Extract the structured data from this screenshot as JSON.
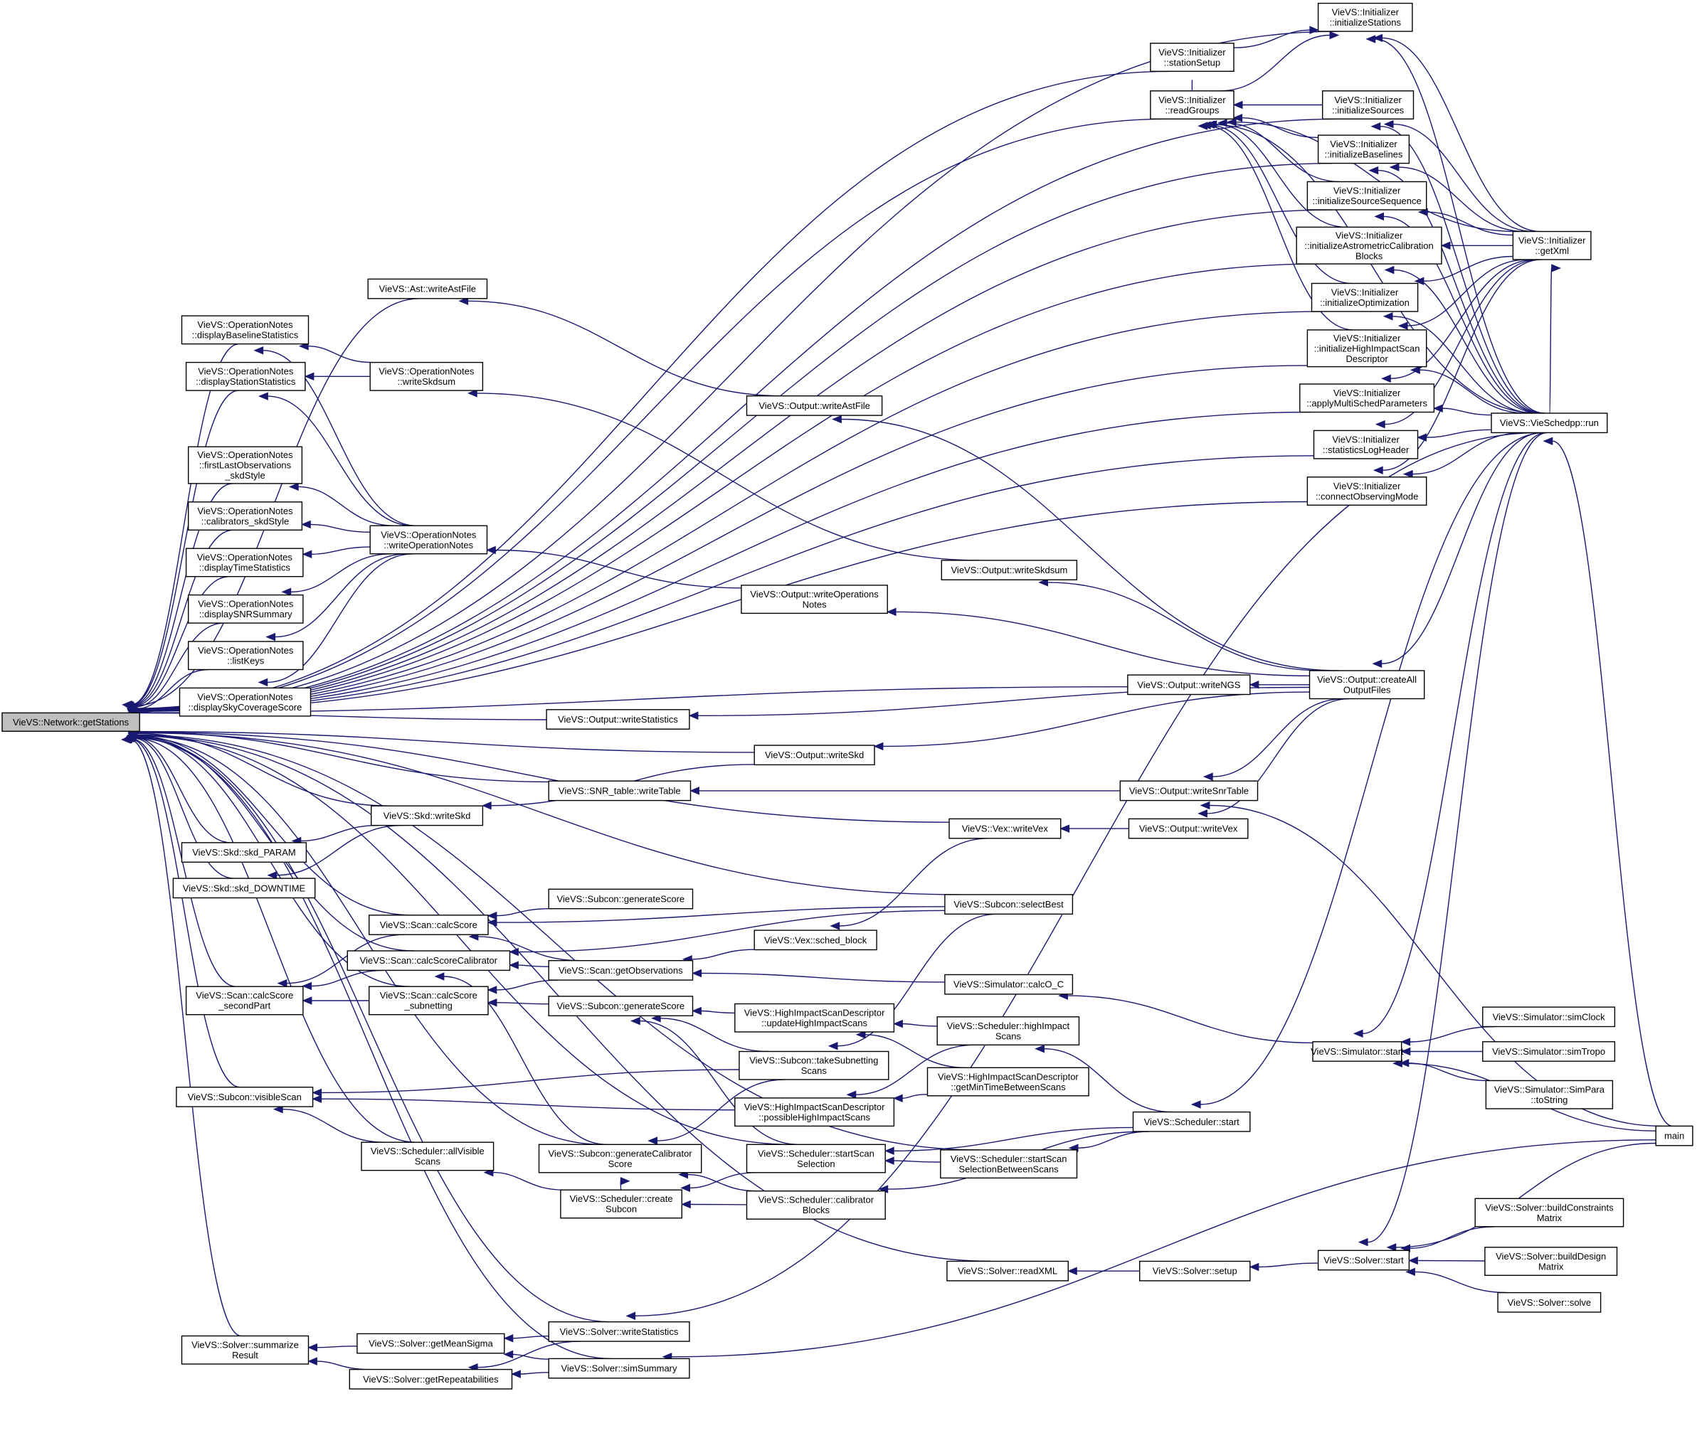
{
  "diagram": {
    "type": "caller-graph",
    "colors": {
      "edge": "#191970",
      "root_fill": "#bfbfbf",
      "node_fill": "#ffffff",
      "border": "#000000"
    },
    "nodes": [
      {
        "id": "getStations",
        "lines": [
          "VieVS::Network::getStations"
        ],
        "root": true
      },
      {
        "id": "initStations",
        "lines": [
          "VieVS::Initializer",
          "::initializeStations"
        ]
      },
      {
        "id": "stationSetup",
        "lines": [
          "VieVS::Initializer",
          "::stationSetup"
        ]
      },
      {
        "id": "readGroups",
        "lines": [
          "VieVS::Initializer",
          "::readGroups"
        ]
      },
      {
        "id": "initSources",
        "lines": [
          "VieVS::Initializer",
          "::initializeSources"
        ]
      },
      {
        "id": "initBaselines",
        "lines": [
          "VieVS::Initializer",
          "::initializeBaselines"
        ]
      },
      {
        "id": "initSourceSeq",
        "lines": [
          "VieVS::Initializer",
          "::initializeSourceSequence"
        ]
      },
      {
        "id": "initAstro",
        "lines": [
          "VieVS::Initializer",
          "::initializeAstrometricCalibration",
          "Blocks"
        ]
      },
      {
        "id": "initOpt",
        "lines": [
          "VieVS::Initializer",
          "::initializeOptimization"
        ]
      },
      {
        "id": "initHigh",
        "lines": [
          "VieVS::Initializer",
          "::initializeHighImpactScan",
          "Descriptor"
        ]
      },
      {
        "id": "applyMulti",
        "lines": [
          "VieVS::Initializer",
          "::applyMultiSchedParameters"
        ]
      },
      {
        "id": "statsLog",
        "lines": [
          "VieVS::Initializer",
          "::statisticsLogHeader"
        ]
      },
      {
        "id": "connectObs",
        "lines": [
          "VieVS::Initializer",
          "::connectObservingMode"
        ]
      },
      {
        "id": "getXml",
        "lines": [
          "VieVS::Initializer",
          "::getXml"
        ]
      },
      {
        "id": "run",
        "lines": [
          "VieVS::VieSchedpp::run"
        ]
      },
      {
        "id": "main",
        "lines": [
          "main"
        ]
      },
      {
        "id": "writeAstFile",
        "lines": [
          "VieVS::Ast::writeAstFile"
        ]
      },
      {
        "id": "dispBaseline",
        "lines": [
          "VieVS::OperationNotes",
          "::displayBaselineStatistics"
        ]
      },
      {
        "id": "writeSkdsum",
        "lines": [
          "VieVS::OperationNotes",
          "::writeSkdsum"
        ]
      },
      {
        "id": "dispStation",
        "lines": [
          "VieVS::OperationNotes",
          "::displayStationStatistics"
        ]
      },
      {
        "id": "outWriteAst",
        "lines": [
          "VieVS::Output::writeAstFile"
        ]
      },
      {
        "id": "firstLast",
        "lines": [
          "VieVS::OperationNotes",
          "::firstLastObservations",
          "_skdStyle"
        ]
      },
      {
        "id": "calibSkd",
        "lines": [
          "VieVS::OperationNotes",
          "::calibrators_skdStyle"
        ]
      },
      {
        "id": "writeOpNotes",
        "lines": [
          "VieVS::OperationNotes",
          "::writeOperationNotes"
        ]
      },
      {
        "id": "dispTime",
        "lines": [
          "VieVS::OperationNotes",
          "::displayTimeStatistics"
        ]
      },
      {
        "id": "outSkdsum",
        "lines": [
          "VieVS::Output::writeSkdsum"
        ]
      },
      {
        "id": "outWriteOps",
        "lines": [
          "VieVS::Output::writeOperations",
          "Notes"
        ]
      },
      {
        "id": "dispSNR",
        "lines": [
          "VieVS::OperationNotes",
          "::displaySNRSummary"
        ]
      },
      {
        "id": "listKeys",
        "lines": [
          "VieVS::OperationNotes",
          "::listKeys"
        ]
      },
      {
        "id": "dispSky",
        "lines": [
          "VieVS::OperationNotes",
          "::displaySkyCoverageScore"
        ]
      },
      {
        "id": "outWriteNGS",
        "lines": [
          "VieVS::Output::writeNGS"
        ]
      },
      {
        "id": "createAll",
        "lines": [
          "VieVS::Output::createAll",
          "OutputFiles"
        ]
      },
      {
        "id": "outWriteStats",
        "lines": [
          "VieVS::Output::writeStatistics"
        ]
      },
      {
        "id": "outWriteSkd",
        "lines": [
          "VieVS::Output::writeSkd"
        ]
      },
      {
        "id": "snrWriteTable",
        "lines": [
          "VieVS::SNR_table::writeTable"
        ]
      },
      {
        "id": "outWriteSnr",
        "lines": [
          "VieVS::Output::writeSnrTable"
        ]
      },
      {
        "id": "skdWriteSkd",
        "lines": [
          "VieVS::Skd::writeSkd"
        ]
      },
      {
        "id": "skdParam",
        "lines": [
          "VieVS::Skd::skd_PARAM"
        ]
      },
      {
        "id": "skdDown",
        "lines": [
          "VieVS::Skd::skd_DOWNTIME"
        ]
      },
      {
        "id": "vexWriteVex",
        "lines": [
          "VieVS::Vex::writeVex"
        ]
      },
      {
        "id": "outWriteVex",
        "lines": [
          "VieVS::Output::writeVex"
        ]
      },
      {
        "id": "subGenScore1",
        "lines": [
          "VieVS::Subcon::generateScore"
        ]
      },
      {
        "id": "selectBest",
        "lines": [
          "VieVS::Subcon::selectBest"
        ]
      },
      {
        "id": "scanCalcScore",
        "lines": [
          "VieVS::Scan::calcScore"
        ]
      },
      {
        "id": "scanCalib",
        "lines": [
          "VieVS::Scan::calcScoreCalibrator"
        ]
      },
      {
        "id": "schedBlock",
        "lines": [
          "VieVS::Vex::sched_block"
        ]
      },
      {
        "id": "getObs",
        "lines": [
          "VieVS::Scan::getObservations"
        ]
      },
      {
        "id": "secondPart",
        "lines": [
          "VieVS::Scan::calcScore",
          "_secondPart"
        ]
      },
      {
        "id": "subnetting",
        "lines": [
          "VieVS::Scan::calcScore",
          "_subnetting"
        ]
      },
      {
        "id": "calcOC",
        "lines": [
          "VieVS::Simulator::calcO_C"
        ]
      },
      {
        "id": "subGenScore2",
        "lines": [
          "VieVS::Subcon::generateScore"
        ]
      },
      {
        "id": "updHigh",
        "lines": [
          "VieVS::HighImpactScanDescriptor",
          "::updateHighImpactScans"
        ]
      },
      {
        "id": "schedHigh",
        "lines": [
          "VieVS::Scheduler::highImpact",
          "Scans"
        ]
      },
      {
        "id": "simStart",
        "lines": [
          "VieVS::Simulator::start"
        ]
      },
      {
        "id": "simClock",
        "lines": [
          "VieVS::Simulator::simClock"
        ]
      },
      {
        "id": "simTropo",
        "lines": [
          "VieVS::Simulator::simTropo"
        ]
      },
      {
        "id": "takeSub",
        "lines": [
          "VieVS::Subcon::takeSubnetting",
          "Scans"
        ]
      },
      {
        "id": "getMinTime",
        "lines": [
          "VieVS::HighImpactScanDescriptor",
          "::getMinTimeBetweenScans"
        ]
      },
      {
        "id": "simPara",
        "lines": [
          "VieVS::Simulator::SimPara",
          "::toString"
        ]
      },
      {
        "id": "visibleScan",
        "lines": [
          "VieVS::Subcon::visibleScan"
        ]
      },
      {
        "id": "possHigh",
        "lines": [
          "VieVS::HighImpactScanDescriptor",
          "::possibleHighImpactScans"
        ]
      },
      {
        "id": "allVisible",
        "lines": [
          "VieVS::Scheduler::allVisible",
          "Scans"
        ]
      },
      {
        "id": "genCalib",
        "lines": [
          "VieVS::Subcon::generateCalibrator",
          "Score"
        ]
      },
      {
        "id": "startScan",
        "lines": [
          "VieVS::Scheduler::startScan",
          "Selection"
        ]
      },
      {
        "id": "schedStart",
        "lines": [
          "VieVS::Scheduler::start"
        ]
      },
      {
        "id": "startBetween",
        "lines": [
          "VieVS::Scheduler::startScan",
          "SelectionBetweenScans"
        ]
      },
      {
        "id": "createSub",
        "lines": [
          "VieVS::Scheduler::create",
          "Subcon"
        ]
      },
      {
        "id": "calibBlocks",
        "lines": [
          "VieVS::Scheduler::calibrator",
          "Blocks"
        ]
      },
      {
        "id": "buildCon",
        "lines": [
          "VieVS::Solver::buildConstraints",
          "Matrix"
        ]
      },
      {
        "id": "readXML",
        "lines": [
          "VieVS::Solver::readXML"
        ]
      },
      {
        "id": "solverSetup",
        "lines": [
          "VieVS::Solver::setup"
        ]
      },
      {
        "id": "solverStart",
        "lines": [
          "VieVS::Solver::start"
        ]
      },
      {
        "id": "buildDesign",
        "lines": [
          "VieVS::Solver::buildDesign",
          "Matrix"
        ]
      },
      {
        "id": "solve",
        "lines": [
          "VieVS::Solver::solve"
        ]
      },
      {
        "id": "summarize",
        "lines": [
          "VieVS::Solver::summarize",
          "Result"
        ]
      },
      {
        "id": "getMean",
        "lines": [
          "VieVS::Solver::getMeanSigma"
        ]
      },
      {
        "id": "solverWriteStats",
        "lines": [
          "VieVS::Solver::writeStatistics"
        ]
      },
      {
        "id": "getRepeat",
        "lines": [
          "VieVS::Solver::getRepeatabilities"
        ]
      },
      {
        "id": "simSummary",
        "lines": [
          "VieVS::Solver::simSummary"
        ]
      }
    ]
  }
}
